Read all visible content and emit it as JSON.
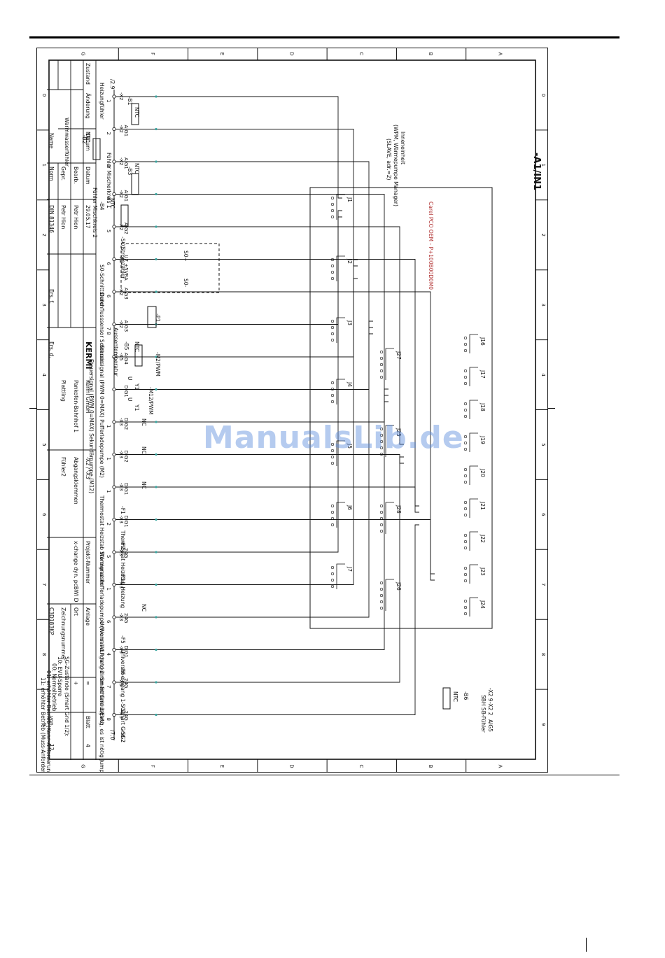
{
  "frame": {
    "letters": [
      "G",
      "F",
      "E",
      "D",
      "C",
      "B",
      "A"
    ],
    "numbers": [
      "0",
      "1",
      "2",
      "3",
      "4",
      "5",
      "6",
      "7",
      "8",
      "9"
    ]
  },
  "titles": {
    "main": "-A1/IN1",
    "inneneinheit": "Inneneinheit",
    "wpm": "(WPM, Wärmepumpe Manager)",
    "slave": "(SLAVE, adr.=2)",
    "controller": "Carel PCO OEM - P+100B00D0M0",
    "ref_top": "/2.9",
    "ref_bottom": "/7.0",
    "g": "G"
  },
  "connectors": {
    "left": [
      "J1",
      "J2",
      "J3",
      "J4",
      "J5",
      "J6",
      "J7"
    ],
    "right": [
      "J16",
      "J17",
      "J18",
      "J19",
      "J20",
      "J21",
      "J22",
      "J23",
      "J24"
    ],
    "mid": [
      "J27",
      "J25",
      "J28",
      "J26"
    ]
  },
  "terminals": [
    {
      "x2": "-X2",
      "sig": "",
      "n": "1"
    },
    {
      "x2": "-X2",
      "sig": "AIG1",
      "n": "2"
    },
    {
      "x2": "-X2",
      "sig": "AIG1",
      "n": "3"
    },
    {
      "x2": "-X2",
      "sig": "AIG1",
      "n": "4"
    },
    {
      "x2": "-X2",
      "sig": "AIG2",
      "n": "5"
    },
    {
      "x2": "-X2",
      "sig": "U7 +5VRA",
      "n": "6"
    },
    {
      "x2": "-X2",
      "sig": "AIG3",
      "n": "6"
    },
    {
      "x2": "-X2",
      "sig": "AIG3",
      "n": "7 8"
    },
    {
      "x2": "-X5",
      "sig": "AIG4",
      "n": ""
    },
    {
      "x2": "",
      "sig": "DIG1",
      "n": ""
    },
    {
      "x2": "-X3",
      "sig": "DIG2",
      "n": "1"
    },
    {
      "x2": "-X3",
      "sig": "DIG2",
      "n": "1"
    },
    {
      "x2": "-X3",
      "sig": "DIG1",
      "n": "1"
    },
    {
      "x2": "-X3",
      "sig": "DIG1",
      "n": "2"
    },
    {
      "x2": "-X3",
      "sig": "24G",
      "n": "5"
    },
    {
      "x2": "-X3",
      "sig": "",
      "n": "1"
    },
    {
      "x2": "-X3",
      "sig": "24G",
      "n": "6"
    },
    {
      "x2": "-X3",
      "sig": "DIG1",
      "n": "4"
    },
    {
      "x2": "-X3",
      "sig": "24G",
      "n": "7"
    },
    {
      "x2": "-X3",
      "sig": "24G",
      "n": "8"
    }
  ],
  "components": {
    "b1": "-B1",
    "b2": "-B2",
    "b3": "-B3",
    "b4": "-B4",
    "b5": "-B5",
    "b6": "-B6",
    "ntc": "NTC",
    "so1": "-SO1",
    "s0plus": "S0+",
    "s0minus": "S0-",
    "p1": "-P1",
    "m2": "-M2/PWM",
    "m12": "-M12/PWM",
    "y1": "Y1",
    "u": "U",
    "f1": "-F1",
    "f2": "-F2",
    "f3": "-F3",
    "f5": "-F5",
    "f6": "-F6",
    "sg1": "-SG1",
    "sg2": "-SG2",
    "nc": "NC",
    "x2_9": "-X2 9",
    "x2_2": "-X2 2",
    "aig5": "AIG5"
  },
  "labels": {
    "heizungfuehler": "Heizungfühler",
    "warmwasser": "Warmwasserfühler",
    "mischer1": "Fühler Mischerkreis 1",
    "mischer2": "Fühler Mischkreis 2",
    "stromzaehler": "Stromzähler",
    "s0_schnitt": "S0-Schnittstelle",
    "durchfluss": "Durchflusssensor Solekreis",
    "aussen": "Aussentemperatur",
    "steuer_puffer": "Steuersignal (PWM 0=MAX) Pufferladepumpe (M2)",
    "steuer_m12": "Steuersignal (PWM 0=MAX) Sekundärpumpe (M12)",
    "thermo_ww": "Thermostat Heizstab Warmwasser",
    "thermo_heiz": "Thermostat Heizstab Heizung",
    "stoer": "Störsignal Pufferladepumpe (Wenn WLP hat keinen Fehlerausgang, es ist nötig Jumper auszustatten).",
    "univ2": "Universal-eingang 2",
    "univ1": "Universal-eingang 1",
    "sg_grid1": "Smart Grid 1/EVU",
    "sg_grid2": "Smart Grid 2",
    "sg_zustaende": "SG-Zustände (Smart Grid 1/2):",
    "sg_10": "10: EVU-Sperre",
    "sg_00": "00: Normalbetrieb",
    "sg_01": "01: erhöhter Betrieb (Kann-Anforderung)",
    "sg_11": "11: erhöhter Betrieb (Muss-Anforderung)",
    "sbh": "SBH SB-Fühler"
  },
  "titleblock": {
    "zustand": "Zustand",
    "aenderung": "Änderung",
    "datum_col": "Datum",
    "name_col": "Name",
    "datum": "Datum",
    "bearb": "Bearb.",
    "gepr": "Gepr.",
    "norm": "Norm",
    "datum_val": "29.05.17",
    "bearb_val": "Petr Hion",
    "gepr_val": "Petr Hion",
    "norm_val": "DIN 81346",
    "ers_f": "Ers. f.",
    "ers_d": "Ers. d.",
    "logo": "KERMI",
    "company": "Kermi GmbH",
    "street": "Pankofen-Bahnhof 1",
    "city": "Plattling",
    "sheet_title": "-X2 / -X3",
    "sheet_sub1": "Abgangsklemmen",
    "sheet_sub2": "Fühler2",
    "projekt": "Projekt-Nummer",
    "projekt_val": "x-change dyn. pcBWI D",
    "zeichnung": "Zeichnungsnummer",
    "zeichnung_val": "C3D183KP",
    "anlage": "Anlage",
    "anlage_val": "=",
    "ort": "Ort",
    "ort_val": "+",
    "blatt": "Blatt",
    "blatt_val": "4",
    "von": "von",
    "von_val": "12"
  },
  "watermark": "ManualsLib.de",
  "colors": {
    "ink": "#111111",
    "controller_red": "#b03030",
    "node_teal": "#3aa6a0"
  }
}
